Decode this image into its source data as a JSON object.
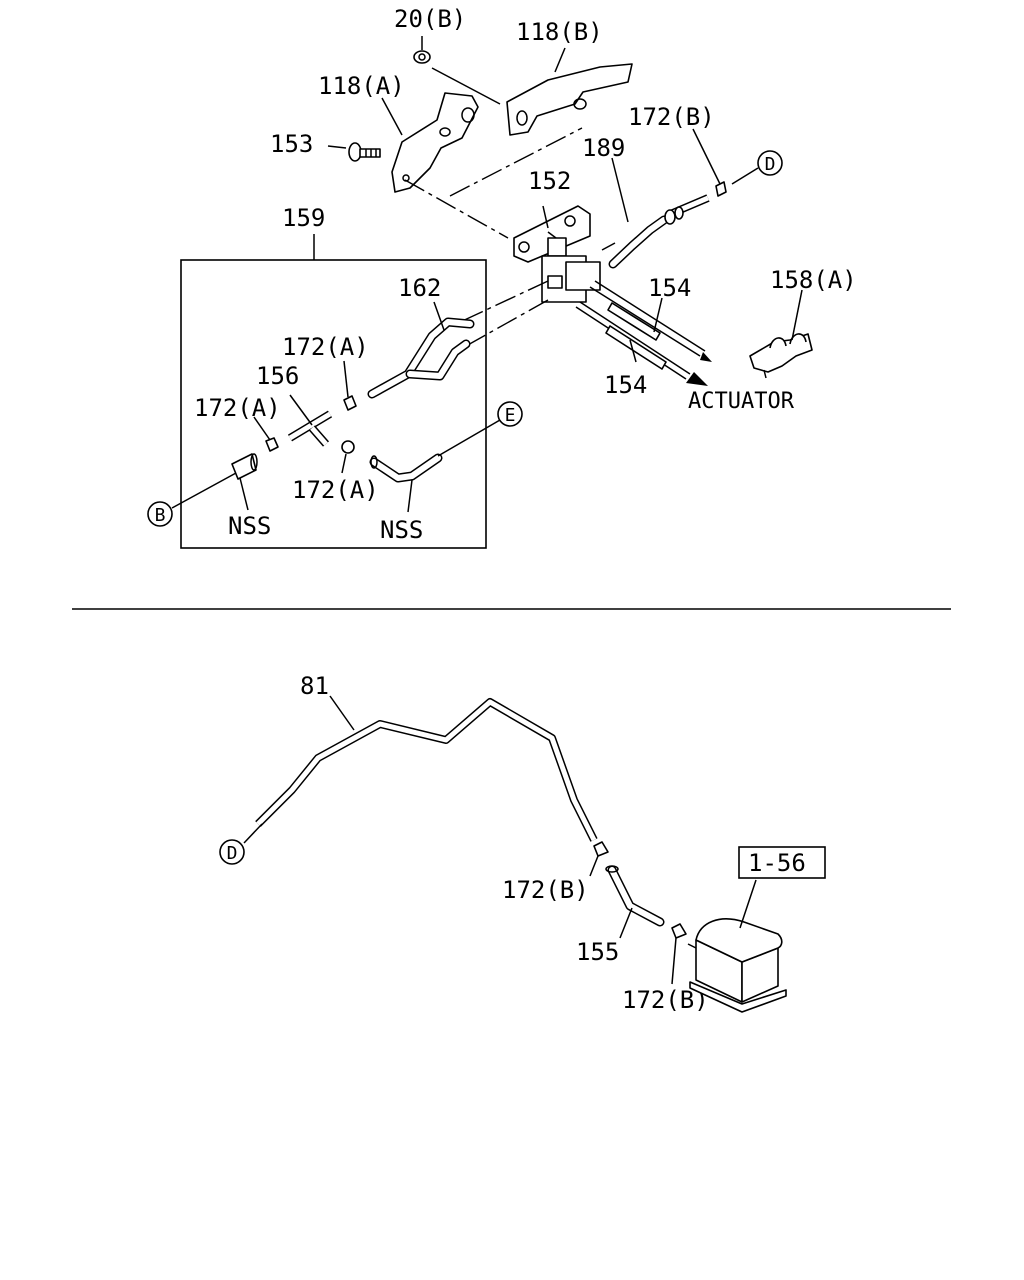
{
  "labels": {
    "l20b": "20(B)",
    "l118b": "118(B)",
    "l118a": "118(A)",
    "l153": "153",
    "l172b_top": "172(B)",
    "l189": "189",
    "l152": "152",
    "l159": "159",
    "l162": "162",
    "l154_upper": "154",
    "l154_lower": "154",
    "l158a": "158(A)",
    "l172a_1": "172(A)",
    "l156": "156",
    "l172a_2": "172(A)",
    "l172a_3": "172(A)",
    "actuator": "ACTUATOR",
    "nss_1": "NSS",
    "nss_2": "NSS",
    "l81": "81",
    "l172b_mid": "172(B)",
    "l155": "155",
    "l172b_bot": "172(B)",
    "ref_1_56": "1-56"
  },
  "connectors": {
    "d_top": "D",
    "e": "E",
    "b": "B",
    "d_bottom": "D"
  }
}
